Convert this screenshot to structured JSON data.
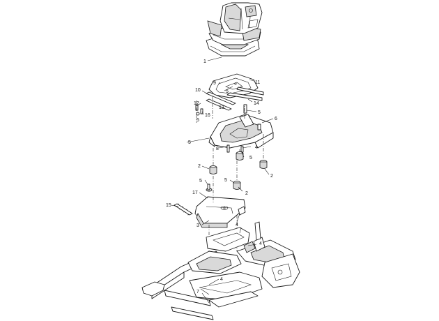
{
  "callouts": [
    {
      "label": "1"
    },
    {
      "label": "9"
    },
    {
      "label": "11"
    },
    {
      "label": "10"
    },
    {
      "label": "5"
    },
    {
      "label": "13"
    },
    {
      "label": "14"
    },
    {
      "label": "12"
    },
    {
      "label": "16"
    },
    {
      "label": "5"
    },
    {
      "label": "5"
    },
    {
      "label": "6"
    },
    {
      "label": "5"
    },
    {
      "label": "8"
    },
    {
      "label": "4"
    },
    {
      "label": "5"
    },
    {
      "label": "2"
    },
    {
      "label": "2"
    },
    {
      "label": "5"
    },
    {
      "label": "5"
    },
    {
      "label": "17"
    },
    {
      "label": "2"
    },
    {
      "label": "15"
    },
    {
      "label": "4"
    },
    {
      "label": "3"
    },
    {
      "label": "4"
    },
    {
      "label": "4"
    },
    {
      "label": "7"
    }
  ]
}
